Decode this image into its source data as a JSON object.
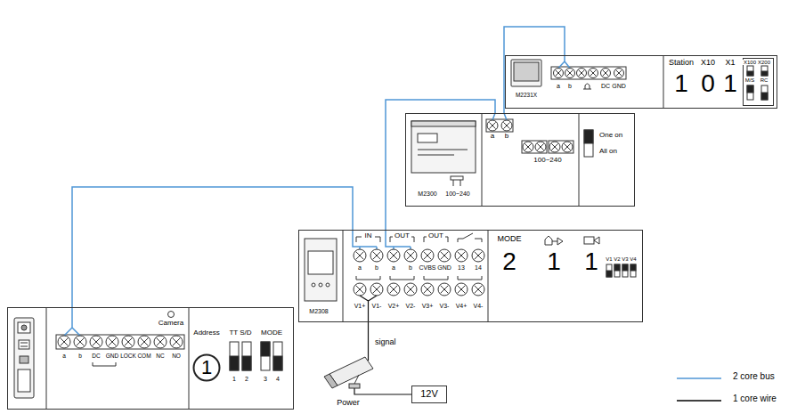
{
  "diagram": {
    "nodes": [
      {
        "text": [
          "M2231X",
          "a",
          "b",
          "DC",
          "GND",
          "Station",
          "X10",
          "X1",
          "1",
          "0",
          "1"
        ]
      },
      {
        "text": [
          "X100",
          "X200",
          "M/S",
          "RC"
        ],
        "in": 0
      },
      {
        "text": [
          "M2300",
          "100~240",
          "a",
          "b",
          "100~240",
          "One on",
          "All on"
        ]
      },
      {
        "text": [
          "M2308",
          "IN",
          "OUT",
          "OUT",
          "a",
          "b",
          "a",
          "b",
          "CVBS",
          "GND",
          "13",
          "14",
          "V1+",
          "V1-",
          "V2+",
          "V2-",
          "V3+",
          "V3-",
          "V4+",
          "V4-",
          "MODE",
          "2",
          "1",
          "1",
          "V1",
          "V2",
          "V3",
          "V4"
        ]
      },
      {
        "text": [
          "a",
          "b",
          "DC",
          "GND",
          "LOCK",
          "COM",
          "NC",
          "NO",
          "Camera",
          "Address",
          "TT S/D",
          "MODE",
          "1",
          "2",
          "3",
          "4"
        ]
      },
      {
        "text": [
          "1"
        ],
        "in": 4
      },
      {
        "text": [
          "12V"
        ]
      }
    ],
    "edges": [
      {
        "from": 4,
        "to": 3,
        "arrow": "none"
      },
      {
        "from": 3,
        "to": 2,
        "arrow": "none"
      },
      {
        "from": 2,
        "to": 0,
        "arrow": "none"
      }
    ],
    "labels": [
      "signal",
      "Power"
    ],
    "legend": [
      {
        "text": "2 core bus"
      },
      {
        "text": "1 core wire"
      }
    ]
  }
}
